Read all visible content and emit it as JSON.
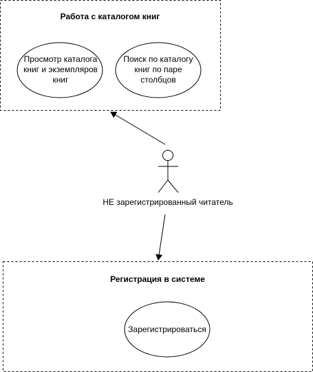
{
  "diagram": {
    "groups": [
      {
        "title": "Работа с каталогом книг",
        "use_cases": [
          {
            "lines": [
              "Просмотр каталога",
              "книг и экземпляров",
              "книг"
            ]
          },
          {
            "lines": [
              "Поиск по каталогу",
              "книг по паре",
              "столбцов"
            ]
          }
        ]
      },
      {
        "title": "Регистрация в системе",
        "use_cases": [
          {
            "lines": [
              "Зарегистрироваться"
            ]
          }
        ]
      }
    ],
    "actor": {
      "name": "НЕ зарегистрированный читатель"
    }
  }
}
